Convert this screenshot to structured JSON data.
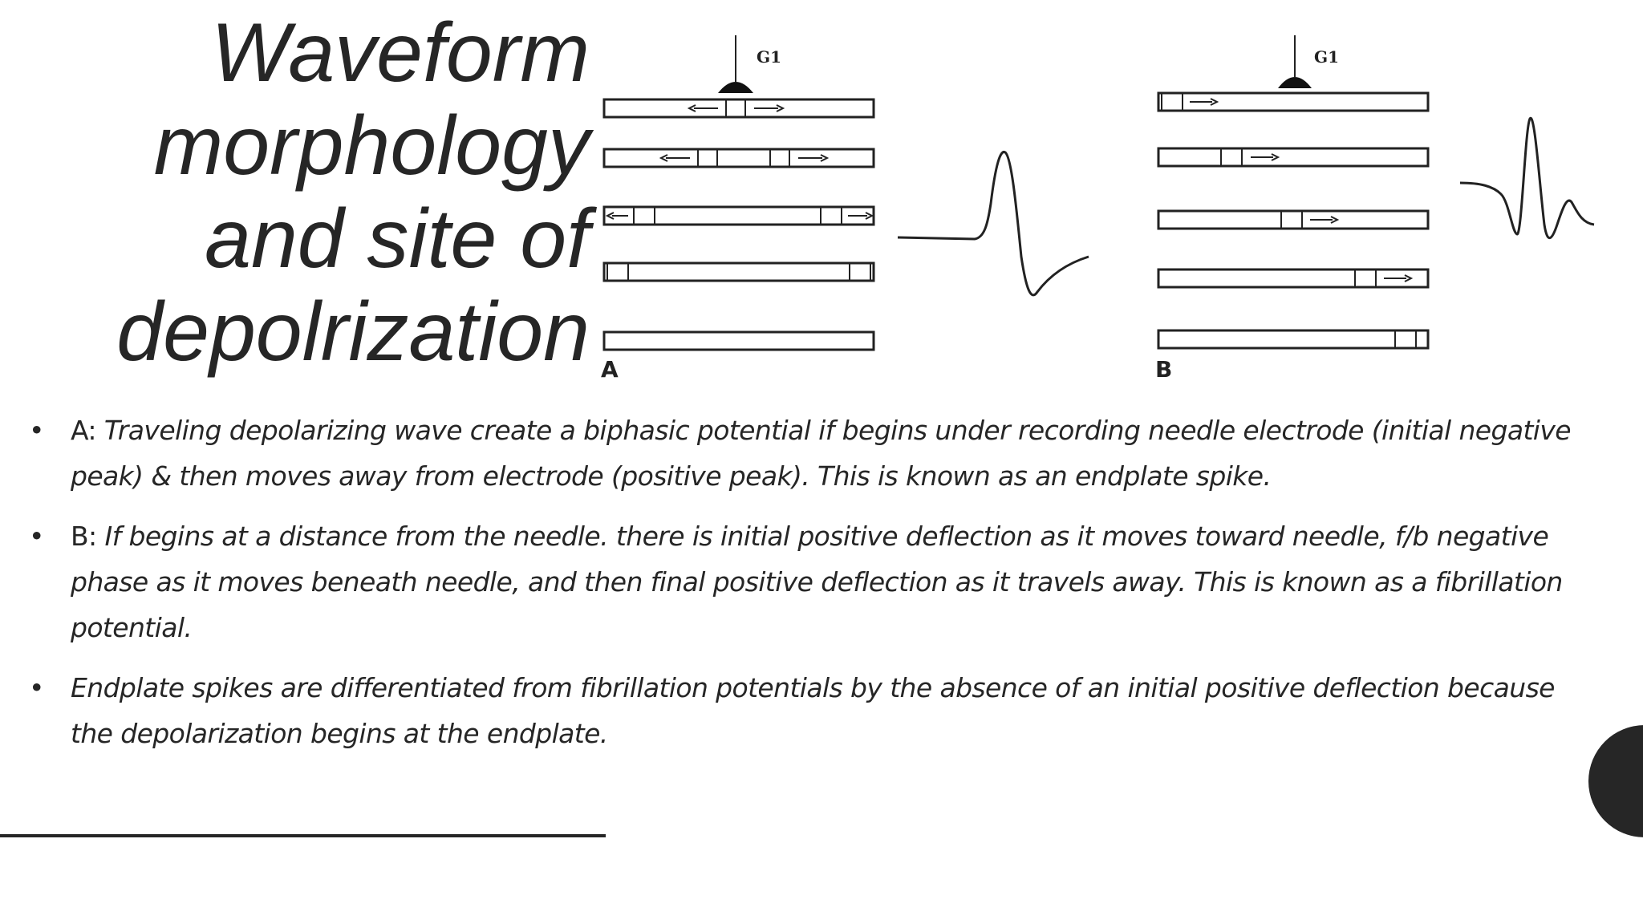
{
  "title": {
    "lines": [
      "Waveform",
      "morphology",
      "and site of",
      "depolrization"
    ]
  },
  "figure": {
    "panel_a": {
      "label": "A",
      "electrode": "G1"
    },
    "panel_b": {
      "label": "B",
      "electrode": "G1"
    }
  },
  "bullets": [
    {
      "lead": "A: ",
      "text": "Traveling depolarizing wave create a biphasic potential if  begins under recording needle electrode (initial negative peak) & then moves away from electrode (positive peak). This is known as an endplate spike."
    },
    {
      "lead": "B: ",
      "text": "If begins at a distance from the needle. there is initial positive deflection as it moves toward needle, f/b negative phase as it moves beneath needle, and then final positive deflection as it travels away. This is known as a fibrillation potential."
    },
    {
      "lead": " ",
      "text": "Endplate spikes are differentiated from fibrillation potentials by the absence of an initial positive deflection because the depolarization begins at the endplate."
    }
  ],
  "colors": {
    "text": "#262626",
    "accent_circle": "#262626",
    "background": "#ffffff"
  }
}
